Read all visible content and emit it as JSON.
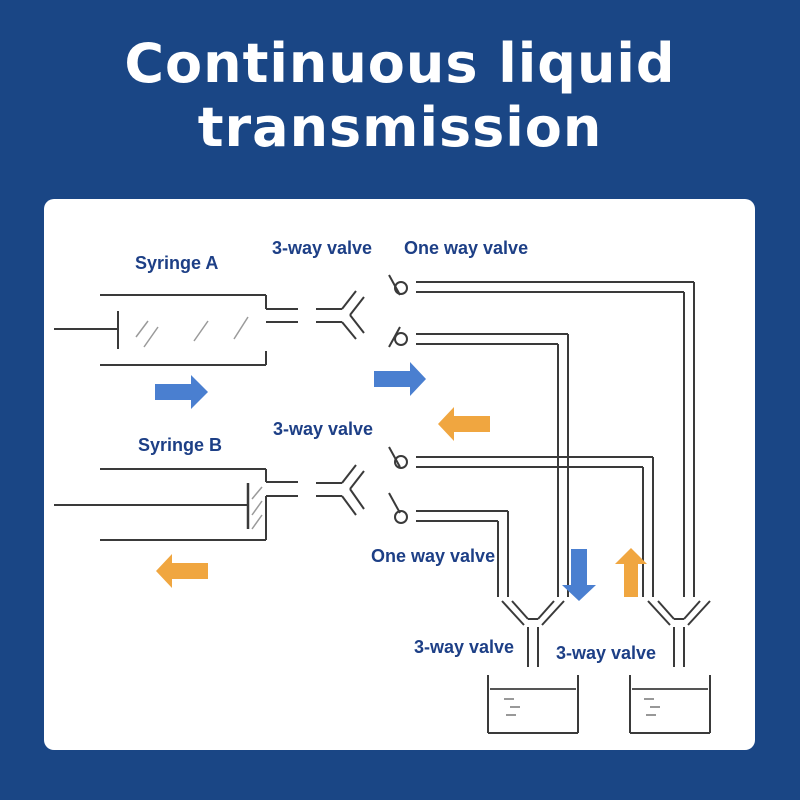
{
  "title": {
    "line1": "Continuous liquid",
    "line2": "transmission"
  },
  "labels": {
    "syringe_a": "Syringe A",
    "syringe_b": "Syringe B",
    "three_way_top": "3-way valve",
    "three_way_mid": "3-way valve",
    "one_way_top": "One way valve",
    "one_way_bottom": "One way valve",
    "three_way_bottom_left": "3-way valve",
    "three_way_bottom_right": "3-way valve"
  },
  "colors": {
    "background": "#1a4685",
    "label_text": "#1d3f86",
    "arrow_blue": "#4a7fd0",
    "arrow_orange": "#f0a640",
    "line": "#3a3a3a"
  }
}
